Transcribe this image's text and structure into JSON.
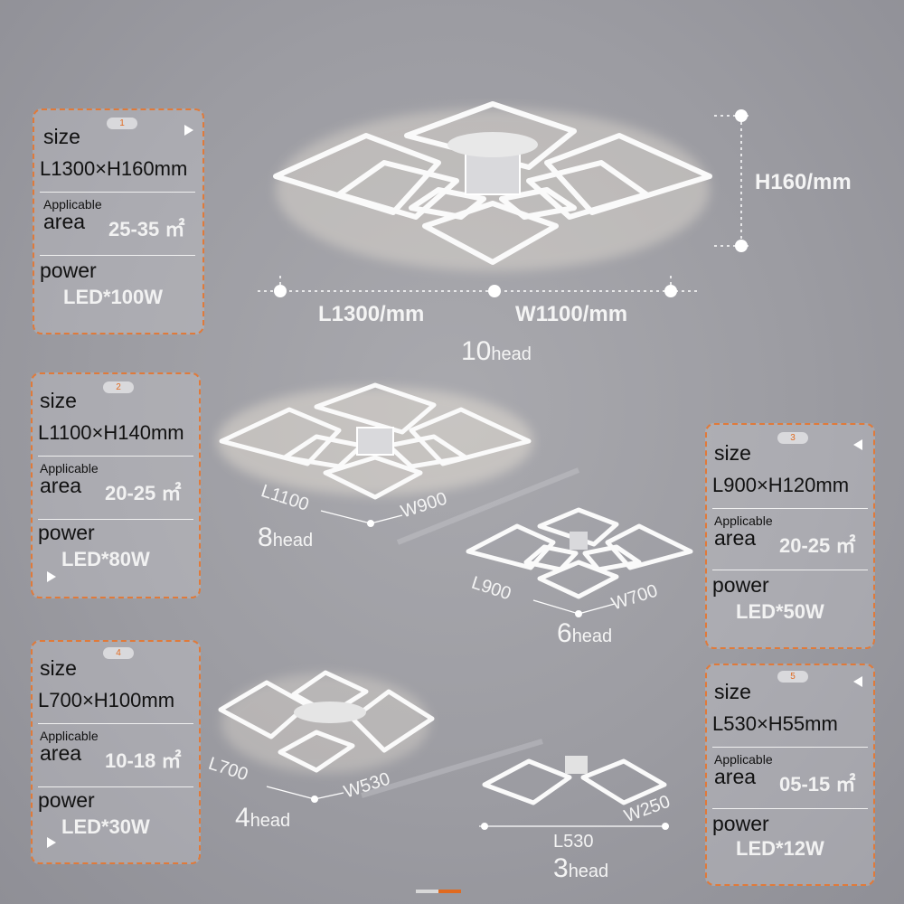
{
  "products": [
    {
      "badge": "1",
      "size_label": "size",
      "size_value": "L1300×H160mm",
      "area_small": "Applicable",
      "area_label": "area",
      "area_value": "25-35 ㎡",
      "power_label": "power",
      "power_value": "LED*100W"
    },
    {
      "badge": "2",
      "size_label": "size",
      "size_value": "L1100×H140mm",
      "area_small": "Applicable",
      "area_label": "area",
      "area_value": "20-25 ㎡",
      "power_label": "power",
      "power_value": "LED*80W"
    },
    {
      "badge": "3",
      "size_label": "size",
      "size_value": "L900×H120mm",
      "area_small": "Applicable",
      "area_label": "area",
      "area_value": "20-25 ㎡",
      "power_label": "power",
      "power_value": "LED*50W"
    },
    {
      "badge": "4",
      "size_label": "size",
      "size_value": "L700×H100mm",
      "area_small": "Applicable",
      "area_label": "area",
      "area_value": "10-18 ㎡",
      "power_label": "power",
      "power_value": "LED*30W"
    },
    {
      "badge": "5",
      "size_label": "size",
      "size_value": "L530×H55mm",
      "area_small": "Applicable",
      "area_label": "area",
      "area_value": "05-15 ㎡",
      "power_label": "power",
      "power_value": "LED*12W"
    }
  ],
  "dimensions": {
    "h160": "H160/mm",
    "l1300": "L1300/mm",
    "w1100": "W1100/mm",
    "l1100": "L1100",
    "w900": "W900",
    "l900": "L900",
    "w700": "W700",
    "l700": "L700",
    "w530": "W530",
    "l530": "L530",
    "w250": "W250"
  },
  "heads": [
    {
      "n": "10",
      "h": "head"
    },
    {
      "n": "8",
      "h": "head"
    },
    {
      "n": "6",
      "h": "head"
    },
    {
      "n": "4",
      "h": "head"
    },
    {
      "n": "3",
      "h": "head"
    }
  ],
  "icons": {
    "arrow_right": "triangle-right-icon",
    "arrow_left": "triangle-left-icon"
  },
  "colors": {
    "accent": "#e07a3a",
    "text_light": "#f2f2f2"
  }
}
